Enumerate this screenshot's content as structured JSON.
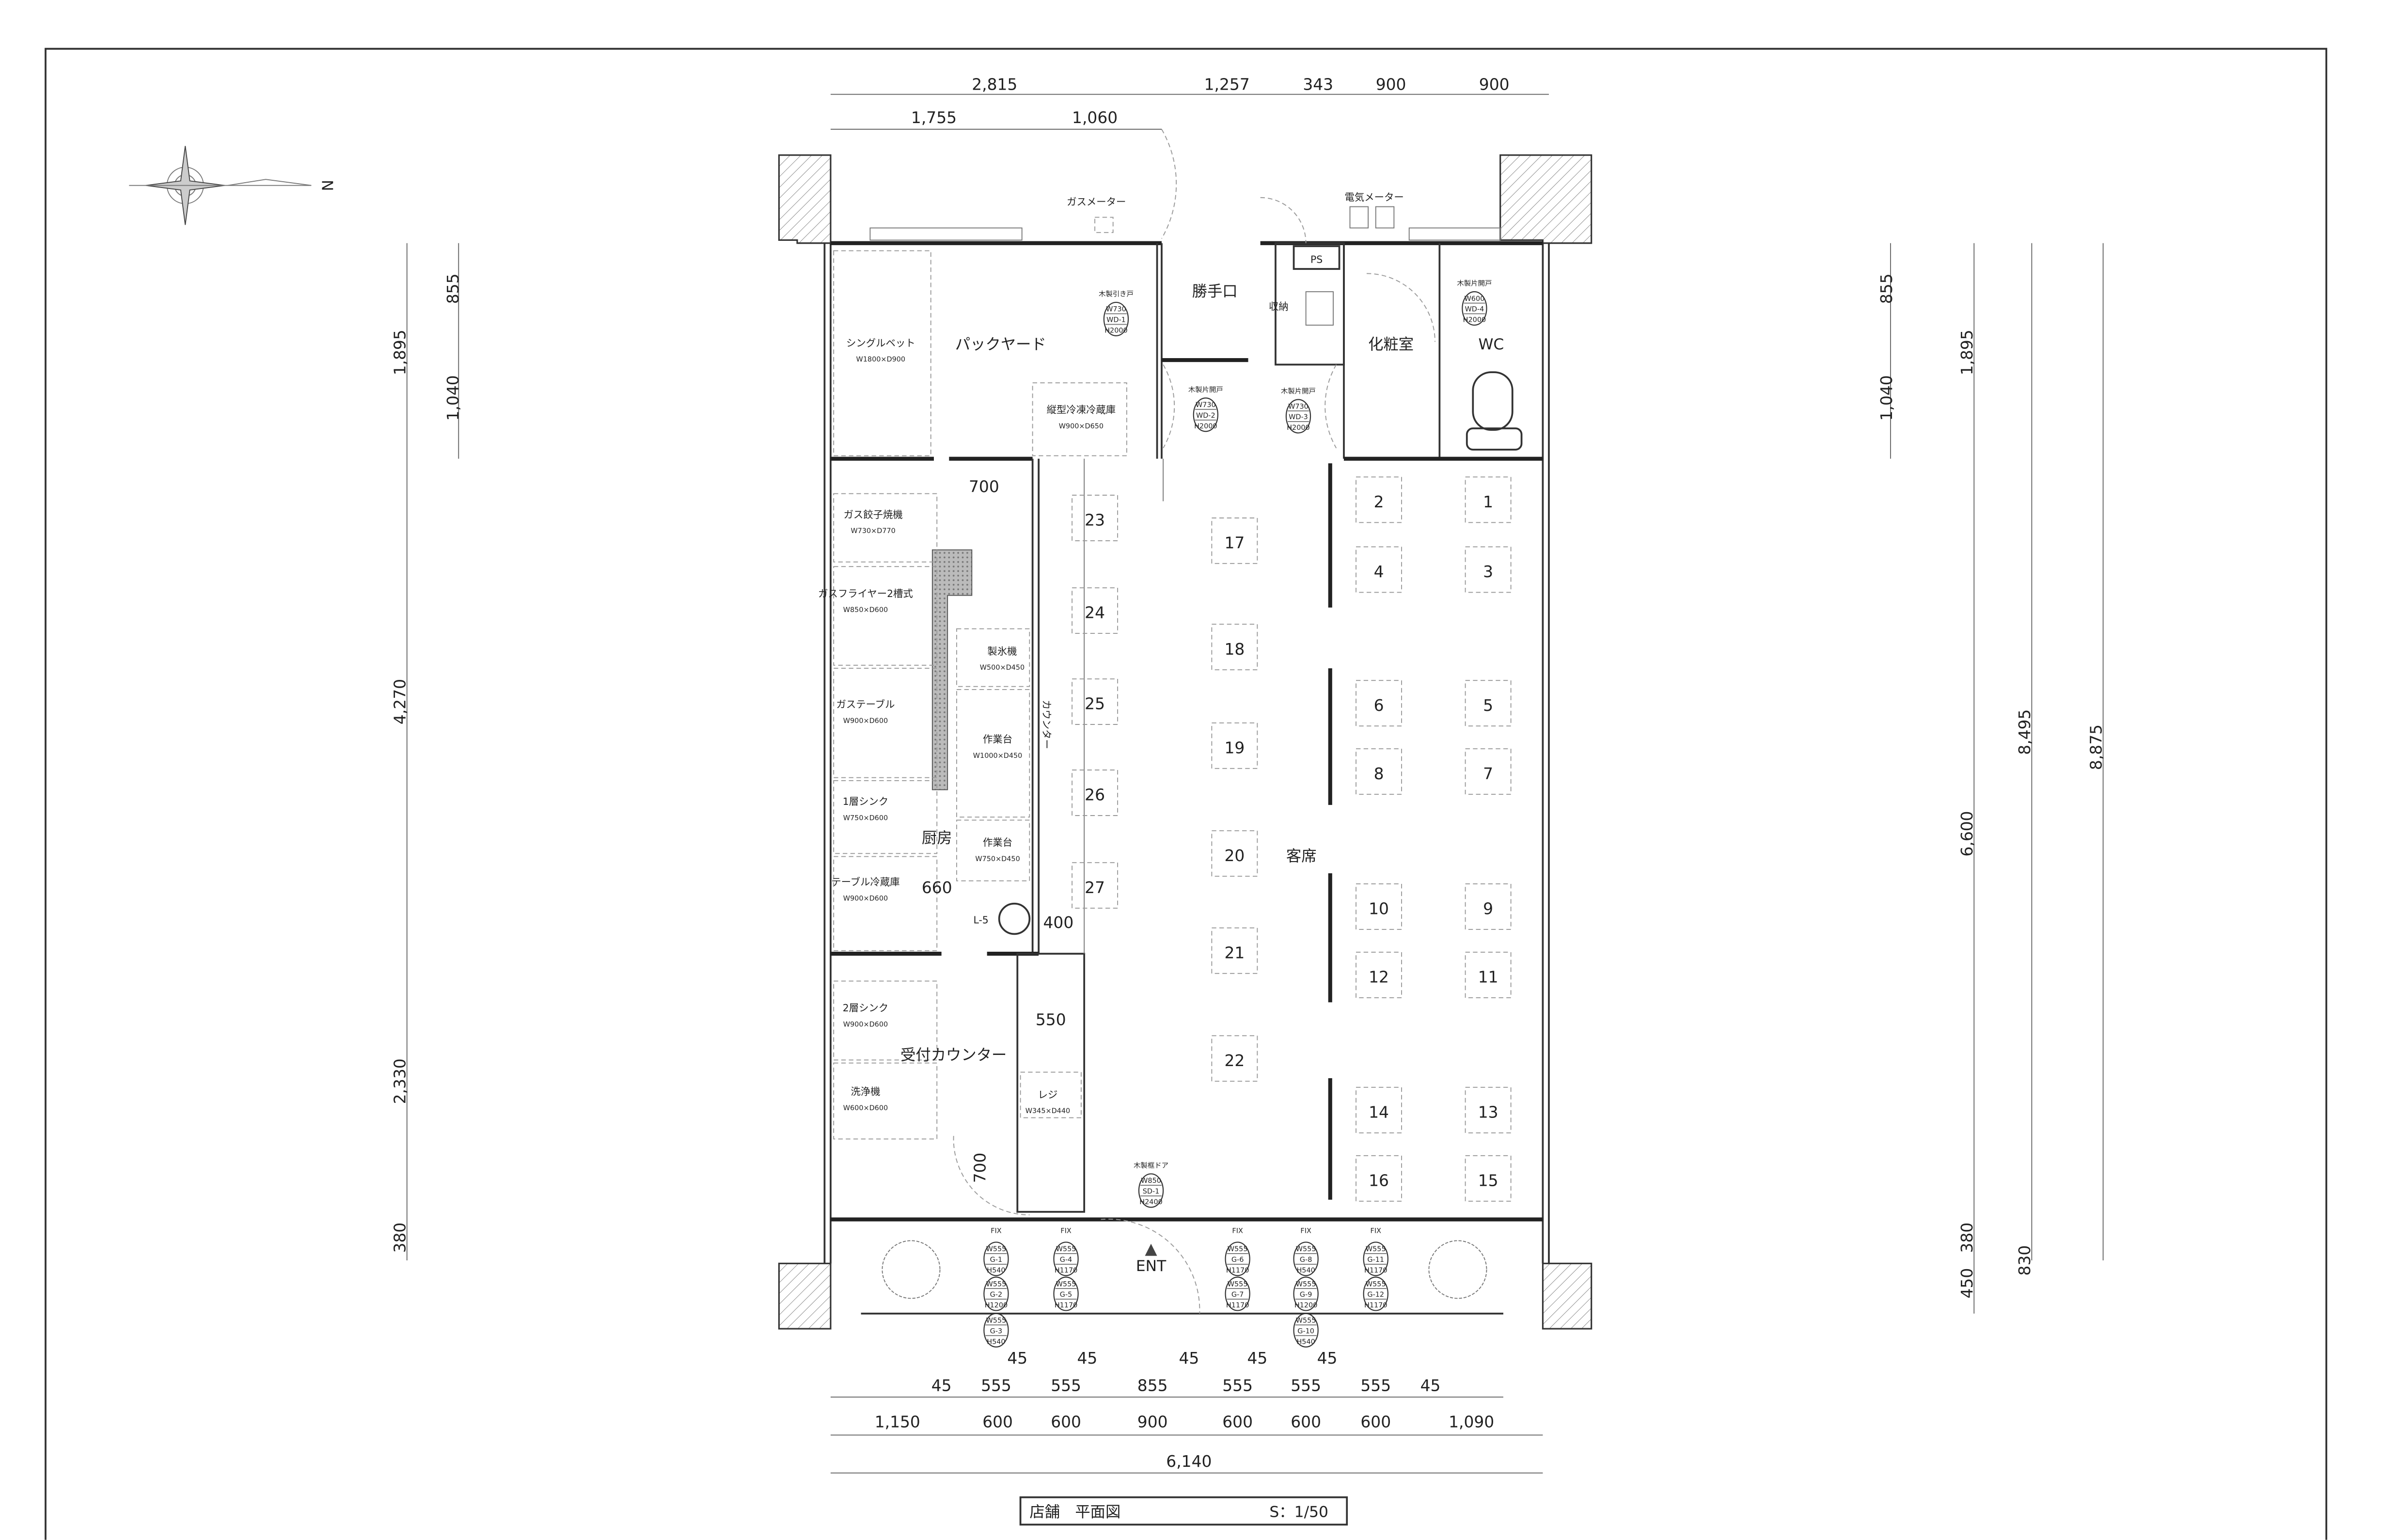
{
  "title_block": {
    "title": "店舗　平面図",
    "scale": "S：1/50"
  },
  "north_label": "N",
  "rooms": {
    "backyard": "パックヤード",
    "service_entrance": "勝手口",
    "storage": "収納",
    "ps": "PS",
    "powder_room": "化粧室",
    "wc": "WC",
    "kitchen": "厨房",
    "counter": "カウンター",
    "reception_counter": "受付カウンター",
    "seating": "客席",
    "entrance": "ENT"
  },
  "meters": {
    "gas": "ガスメーター",
    "electric": "電気メーター"
  },
  "equipment": [
    {
      "name": "シングルベット",
      "size": "W1800×D900"
    },
    {
      "name": "縦型冷凍冷蔵庫",
      "size": "W900×D650"
    },
    {
      "name": "ガス餃子焼機",
      "size": "W730×D770"
    },
    {
      "name": "ガスフライヤー2槽式",
      "size": "W850×D600"
    },
    {
      "name": "ガステーブル",
      "size": "W900×D600"
    },
    {
      "name": "1層シンク",
      "size": "W750×D600"
    },
    {
      "name": "テーブル冷蔵庫",
      "size": "W900×D600"
    },
    {
      "name": "製氷機",
      "size": "W500×D450"
    },
    {
      "name": "作業台",
      "size": "W1000×D450"
    },
    {
      "name": "作業台",
      "size": "W750×D450"
    },
    {
      "name": "2層シンク",
      "size": "W900×D600"
    },
    {
      "name": "洗浄機",
      "size": "W600×D600"
    },
    {
      "name": "レジ",
      "size": "W345×D440"
    }
  ],
  "sink_tag": "L-5",
  "doors": [
    {
      "type": "木製引き戸",
      "w": "W730",
      "id": "WD-1",
      "h": "H2000"
    },
    {
      "type": "木製片開戸",
      "w": "W730",
      "id": "WD-2",
      "h": "H2000"
    },
    {
      "type": "木製片開戸",
      "w": "W730",
      "id": "WD-3",
      "h": "H2000"
    },
    {
      "type": "木製片開戸",
      "w": "W600",
      "id": "WD-4",
      "h": "H2000"
    },
    {
      "type": "木製框ドア",
      "w": "W850",
      "id": "SD-1",
      "h": "H2400"
    }
  ],
  "fix_label": "FIX",
  "glass": [
    {
      "w": "W555",
      "id": "G-1",
      "h": "H540"
    },
    {
      "w": "W555",
      "id": "G-2",
      "h": "H1200"
    },
    {
      "w": "W555",
      "id": "G-3",
      "h": "H540"
    },
    {
      "w": "W555",
      "id": "G-4",
      "h": "H1170"
    },
    {
      "w": "W555",
      "id": "G-5",
      "h": "H1170"
    },
    {
      "w": "W555",
      "id": "G-6",
      "h": "H1170"
    },
    {
      "w": "W555",
      "id": "G-7",
      "h": "H1170"
    },
    {
      "w": "W555",
      "id": "G-8",
      "h": "H540"
    },
    {
      "w": "W555",
      "id": "G-9",
      "h": "H1200"
    },
    {
      "w": "W555",
      "id": "G-10",
      "h": "H540"
    },
    {
      "w": "W555",
      "id": "G-11",
      "h": "H1170"
    },
    {
      "w": "W555",
      "id": "G-12",
      "h": "H1170"
    }
  ],
  "seats": [
    "1",
    "2",
    "3",
    "4",
    "5",
    "6",
    "7",
    "8",
    "9",
    "10",
    "11",
    "12",
    "13",
    "14",
    "15",
    "16",
    "17",
    "18",
    "19",
    "20",
    "21",
    "22",
    "23",
    "24",
    "25",
    "26",
    "27"
  ],
  "dimensions": {
    "top": [
      "2,815",
      "1,257",
      "343",
      "900",
      "900",
      "1,755",
      "1,060"
    ],
    "left": [
      "1,895",
      "855",
      "1,040",
      "4,270",
      "2,330",
      "380"
    ],
    "right": [
      "855",
      "1,040",
      "1,895",
      "6,600",
      "8,495",
      "8,875",
      "380",
      "450",
      "830"
    ],
    "interior": [
      "700",
      "660",
      "400",
      "550",
      "700"
    ],
    "bottom_row1": [
      "45",
      "555",
      "555",
      "855",
      "555",
      "555",
      "555",
      "45"
    ],
    "bottom_row1_upper": [
      "45",
      "45",
      "45",
      "45",
      "45"
    ],
    "bottom_row2": [
      "1,150",
      "600",
      "600",
      "900",
      "600",
      "600",
      "600",
      "1,090"
    ],
    "bottom_total": "6,140"
  }
}
